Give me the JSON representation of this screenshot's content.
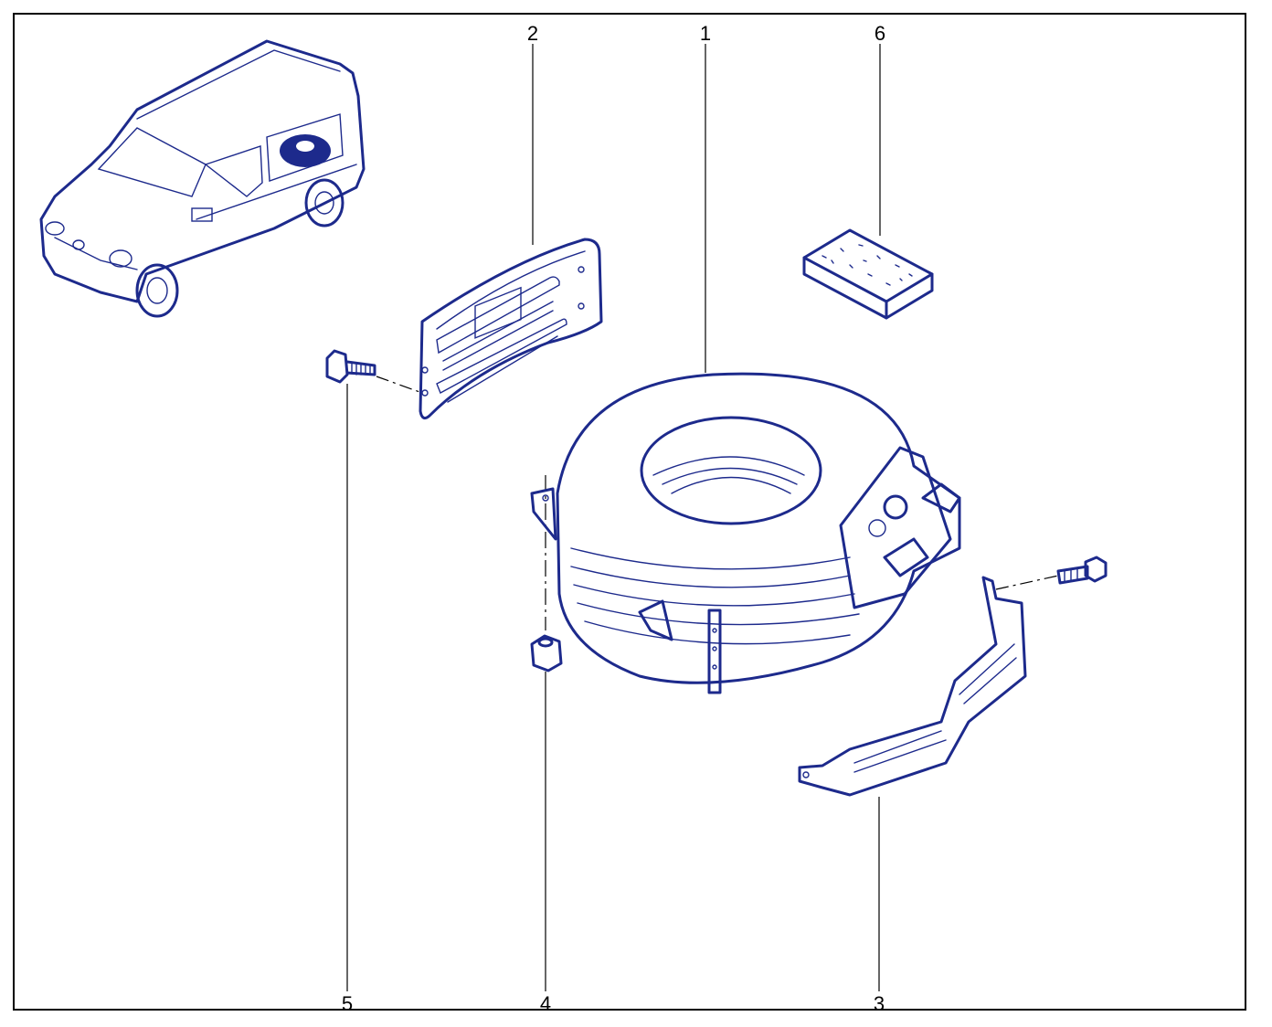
{
  "colors": {
    "ink": "#1d2a8c",
    "leader": "#000000",
    "frame": "#000000"
  },
  "callouts": [
    {
      "id": "1",
      "label": "1"
    },
    {
      "id": "2",
      "label": "2"
    },
    {
      "id": "3",
      "label": "3"
    },
    {
      "id": "4",
      "label": "4"
    },
    {
      "id": "5",
      "label": "5"
    },
    {
      "id": "6",
      "label": "6"
    }
  ]
}
